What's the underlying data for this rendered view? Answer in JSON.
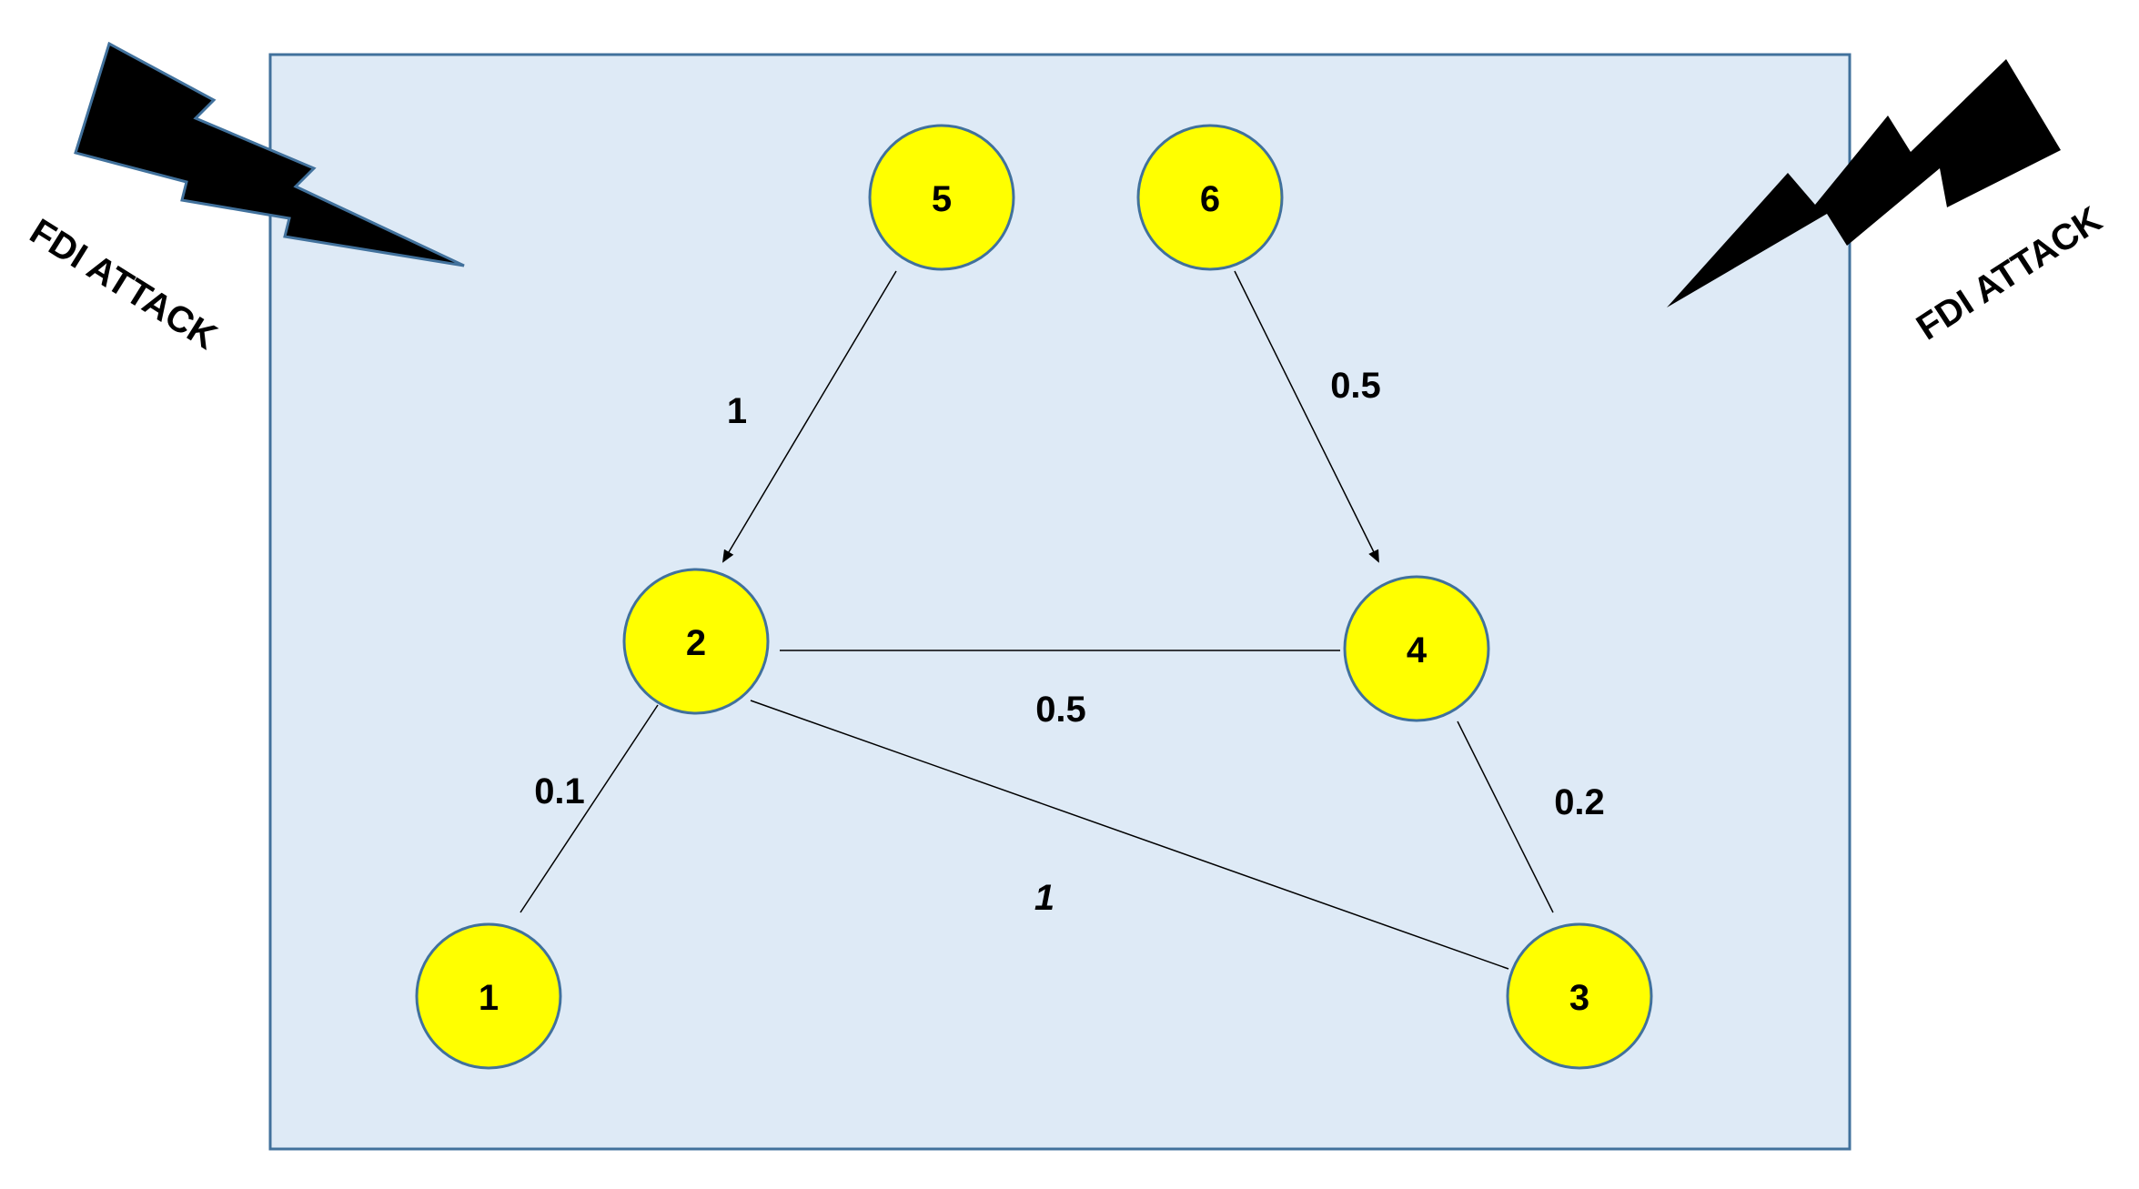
{
  "colors": {
    "background_panel": "#deeaf6",
    "panel_border": "#41719c",
    "node_fill": "#ffff00",
    "node_border": "#41719c",
    "edge": "#000000",
    "lightning": "#000000"
  },
  "attacks": [
    {
      "label": "FDI ATTACK",
      "icon": "lightning-bolt-icon",
      "side": "left"
    },
    {
      "label": "FDI ATTACK",
      "icon": "lightning-bolt-icon",
      "side": "right"
    }
  ],
  "nodes": [
    {
      "id": "1",
      "label": "1"
    },
    {
      "id": "2",
      "label": "2"
    },
    {
      "id": "3",
      "label": "3"
    },
    {
      "id": "4",
      "label": "4"
    },
    {
      "id": "5",
      "label": "5"
    },
    {
      "id": "6",
      "label": "6"
    }
  ],
  "edges": [
    {
      "from": "5",
      "to": "2",
      "directed": true,
      "weight": "1"
    },
    {
      "from": "6",
      "to": "4",
      "directed": true,
      "weight": "0.5"
    },
    {
      "from": "2",
      "to": "4",
      "directed": false,
      "weight": "0.5"
    },
    {
      "from": "2",
      "to": "1",
      "directed": false,
      "weight": "0.1"
    },
    {
      "from": "2",
      "to": "3",
      "directed": false,
      "weight": "1"
    },
    {
      "from": "4",
      "to": "3",
      "directed": false,
      "weight": "0.2"
    }
  ]
}
